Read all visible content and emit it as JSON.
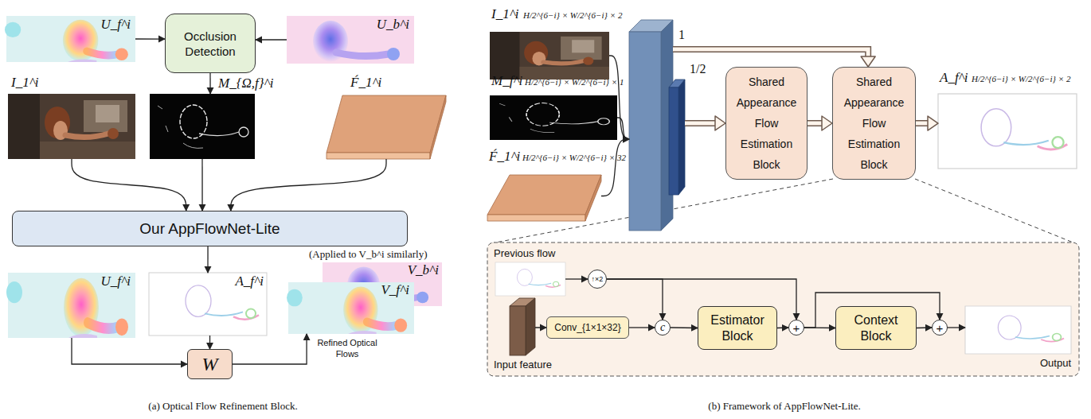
{
  "diagram": {
    "nodes": [
      {
        "text": [
          "U_f^i"
        ]
      },
      {
        "text": [
          "Occlusion Detection"
        ]
      },
      {
        "text": [
          "U_b^i"
        ]
      },
      {
        "text": [
          "I_1^i"
        ]
      },
      {
        "text": [
          "M_{Ω,f}^i"
        ]
      },
      {
        "text": [
          "F́_1^i"
        ]
      },
      {
        "text": [
          "Our AppFlowNet-Lite"
        ]
      },
      {
        "text": [
          "U_f^i"
        ]
      },
      {
        "text": [
          "A_f^i"
        ]
      },
      {
        "text": [
          "V_f^i"
        ]
      },
      {
        "text": [
          "V_b^i"
        ]
      },
      {
        "text": [
          "W"
        ]
      },
      {
        "text": [
          "I_1^i",
          "H/2^{6−i} × W/2^{6−i} × 2"
        ]
      },
      {
        "text": [
          "M_f^i",
          "H/2^{6−i} × W/2^{6−i} × 1"
        ]
      },
      {
        "text": [
          "F́_1^i",
          "H/2^{6−i} × W/2^{6−i} × 32"
        ]
      },
      {
        "text": [
          "1"
        ]
      },
      {
        "text": [
          "1/2"
        ]
      },
      {
        "text": [
          "Shared Appearance Flow Estimation Block"
        ]
      },
      {
        "text": [
          "Shared Appearance Flow Estimation Block"
        ]
      },
      {
        "text": [
          "A_f^i",
          "H/2^{6−i} × W/2^{6−i} × 2"
        ]
      },
      {
        "text": [
          "Previous flow"
        ]
      },
      {
        "text": [
          "↑×2"
        ]
      },
      {
        "text": [
          "Input feature"
        ]
      },
      {
        "text": [
          "Conv_{1×1×32}"
        ]
      },
      {
        "text": [
          "c"
        ]
      },
      {
        "text": [
          "Estimator Block"
        ]
      },
      {
        "text": [
          "+"
        ]
      },
      {
        "text": [
          "Context Block"
        ]
      },
      {
        "text": [
          "+"
        ]
      },
      {
        "text": [
          "Output"
        ]
      }
    ],
    "edges": [
      {
        "from": 0,
        "to": 1,
        "arrow": "to"
      },
      {
        "from": 2,
        "to": 1,
        "arrow": "to"
      },
      {
        "from": 1,
        "to": 4,
        "arrow": "to"
      },
      {
        "from": 3,
        "to": 6,
        "arrow": "to"
      },
      {
        "from": 4,
        "to": 6,
        "arrow": "to"
      },
      {
        "from": 5,
        "to": 6,
        "arrow": "to"
      },
      {
        "from": 6,
        "to": 8,
        "arrow": "to"
      },
      {
        "from": 7,
        "to": 11,
        "arrow": "to"
      },
      {
        "from": 8,
        "to": 11,
        "arrow": "to"
      },
      {
        "from": 11,
        "to": 9,
        "arrow": "to"
      },
      {
        "from": 12,
        "to": 15,
        "arrow": "to"
      },
      {
        "from": 13,
        "to": 15,
        "arrow": "to"
      },
      {
        "from": 14,
        "to": 15,
        "arrow": "to"
      },
      {
        "from": 16,
        "to": 17,
        "arrow": "to"
      },
      {
        "from": 15,
        "to": 18,
        "arrow": "to"
      },
      {
        "from": 17,
        "to": 18,
        "arrow": "to"
      },
      {
        "from": 18,
        "to": 19,
        "arrow": "to"
      },
      {
        "from": 20,
        "to": 21,
        "arrow": "to"
      },
      {
        "from": 21,
        "to": 24,
        "arrow": "to"
      },
      {
        "from": 21,
        "to": 26,
        "arrow": "to"
      },
      {
        "from": 22,
        "to": 23,
        "arrow": "to"
      },
      {
        "from": 23,
        "to": 24,
        "arrow": "to"
      },
      {
        "from": 24,
        "to": 25,
        "arrow": "to"
      },
      {
        "from": 25,
        "to": 26,
        "arrow": "to"
      },
      {
        "from": 26,
        "to": 27,
        "arrow": "to"
      },
      {
        "from": 26,
        "to": 28,
        "arrow": "to"
      },
      {
        "from": 27,
        "to": 28,
        "arrow": "to"
      },
      {
        "from": 28,
        "to": 29,
        "arrow": "to"
      }
    ],
    "labels": [
      "(Applied to V_b^i similarly)",
      "Refined Optical Flows",
      "(a) Optical Flow Refinement Block.",
      "(b) Framework of AppFlowNet-Lite."
    ]
  }
}
